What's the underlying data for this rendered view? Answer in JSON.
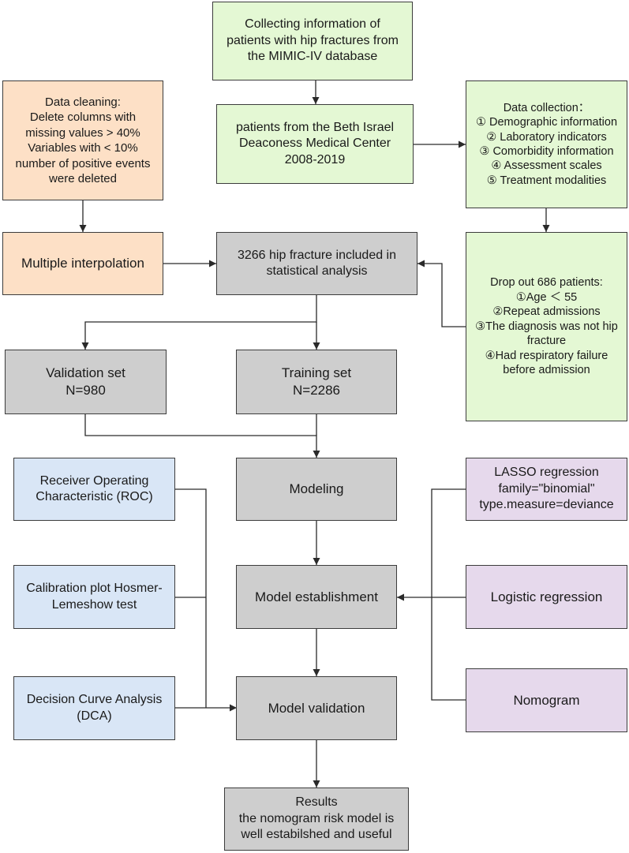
{
  "colors": {
    "green": "#e4f8d4",
    "orange": "#fde0c6",
    "gray": "#cecece",
    "blue": "#d9e6f6",
    "purple": "#e6d9ec"
  },
  "boxes": {
    "collecting": [
      "Collecting information of",
      "patients with hip fractures from",
      "the MIMIC-IV database"
    ],
    "beth_israel": [
      "patients from the Beth Israel",
      "Deaconess Medical Center",
      "2008-2019"
    ],
    "data_cleaning": [
      "Data cleaning:",
      "Delete columns with",
      "missing values > 40%",
      "Variables with < 10%",
      "number of positive events",
      "were deleted"
    ],
    "data_collection": [
      "Data collection：",
      "① Demographic information",
      "② Laboratory indicators",
      "③ Comorbidity information",
      "④ Assessment scales",
      "⑤ Treatment modalities"
    ],
    "multiple_interpolation": [
      "Multiple interpolation"
    ],
    "included": [
      "3266 hip fracture included in",
      "statistical analysis"
    ],
    "drop_out": [
      "Drop out 686 patients:",
      "①Age ＜ 55",
      "②Repeat admissions",
      "③The diagnosis was not hip",
      "fracture",
      "④Had respiratory failure",
      "before admission"
    ],
    "validation_set": [
      "Validation set",
      "N=980"
    ],
    "training_set": [
      "Training set",
      "N=2286"
    ],
    "roc": [
      "Receiver Operating",
      "Characteristic (ROC)"
    ],
    "modeling": [
      "Modeling"
    ],
    "lasso": [
      "LASSO regression",
      "family=\"binomial\"",
      "type.measure=deviance"
    ],
    "calibration": [
      "Calibration plot Hosmer-",
      "Lemeshow test"
    ],
    "model_establishment": [
      "Model establishment"
    ],
    "logistic": [
      "Logistic regression"
    ],
    "dca": [
      "Decision Curve Analysis",
      "(DCA)"
    ],
    "model_validation": [
      "Model validation"
    ],
    "nomogram": [
      "Nomogram"
    ],
    "results": [
      "Results",
      "the nomogram risk model is",
      "well estabilshed and useful"
    ]
  }
}
